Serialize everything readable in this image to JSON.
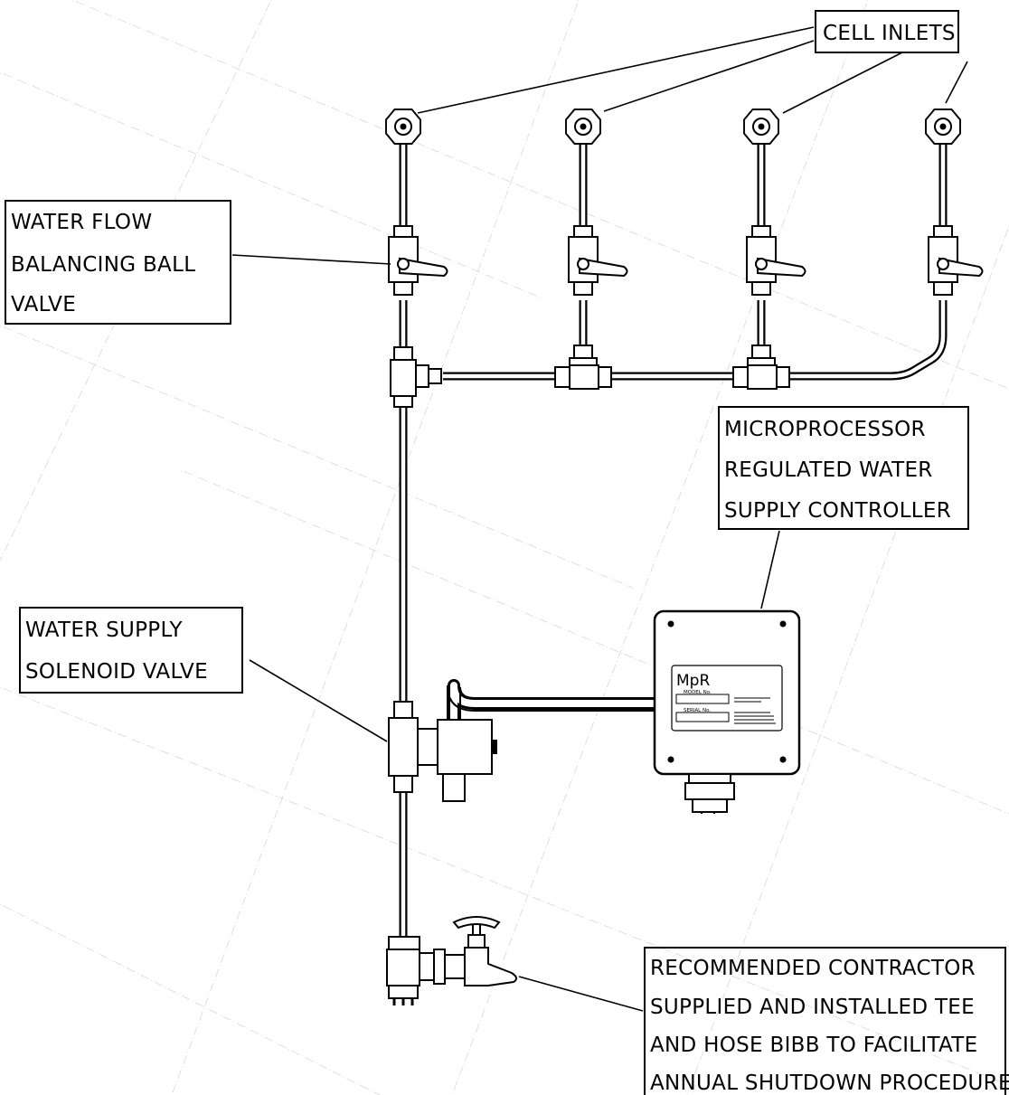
{
  "labels": {
    "cell_inlets": "CELL INLETS",
    "ball_valve": [
      "WATER FLOW",
      "BALANCING BALL",
      "VALVE"
    ],
    "controller": [
      "MICROPROCESSOR",
      "REGULATED WATER",
      "SUPPLY CONTROLLER"
    ],
    "solenoid": [
      "WATER SUPPLY",
      "SOLENOID VALVE"
    ],
    "tee_bibb": [
      "RECOMMENDED CONTRACTOR",
      "SUPPLIED AND INSTALLED TEE",
      "AND HOSE BIBB TO FACILITATE",
      "ANNUAL SHUTDOWN PROCEDURE"
    ]
  },
  "nameplate": {
    "brand": "MpR",
    "model_label": "MODEL No.",
    "serial_label": "SERIAL No."
  }
}
